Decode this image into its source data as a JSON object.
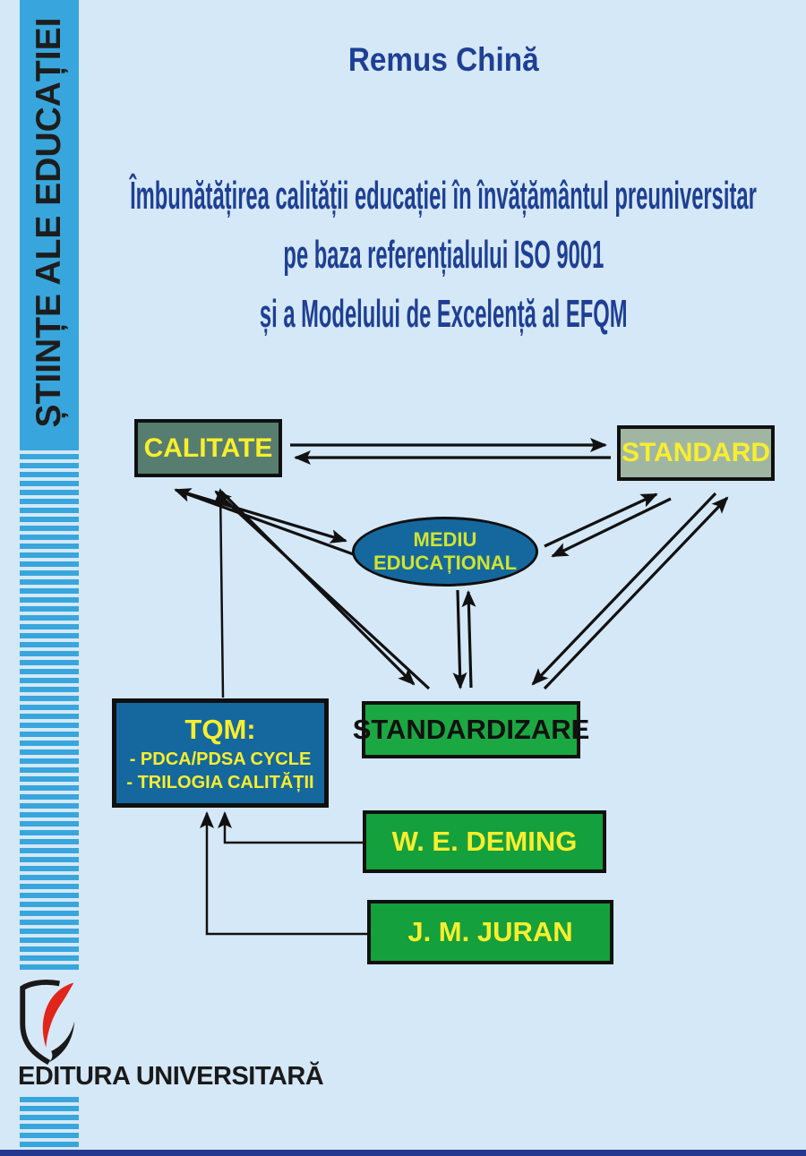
{
  "colors": {
    "background": "#d5e8f7",
    "band_blue": "#38a6dc",
    "title_navy": "#1e3f94",
    "node_yellow": "#f8ee2e",
    "ellipse_text_green": "#cfe42f",
    "blue_node_fill": "#15689e",
    "calitate_fill": "#567d6f",
    "standard_fill": "#a0b6a3",
    "green_node_fill": "#14a03c",
    "logo_red": "#e1251b",
    "text_black": "#1a1a1a",
    "bottom_bar_navy": "#23388e"
  },
  "sidebar": {
    "series_label": "ȘTIINȚE ALE EDUCAȚIEI"
  },
  "header": {
    "author": "Remus Chină",
    "title_lines": [
      "Îmbunătățirea calității educației în învățământul preuniversitar",
      "pe baza referențialului ISO 9001",
      "și a Modelului de Excelență al EFQM"
    ]
  },
  "diagram": {
    "calitate": "CALITATE",
    "standard": "STANDARD",
    "mediu_line1": "MEDIU",
    "mediu_line2": "EDUCAȚIONAL",
    "tqm_title": "TQM:",
    "tqm_items": [
      "- PDCA/PDSA CYCLE",
      "- TRILOGIA CALITĂȚII"
    ],
    "standardizare": "STANDARDIZARE",
    "deming": "W. E. DEMING",
    "juran": "J. M. JURAN"
  },
  "footer": {
    "publisher": "EDITURA UNIVERSITARĂ"
  }
}
